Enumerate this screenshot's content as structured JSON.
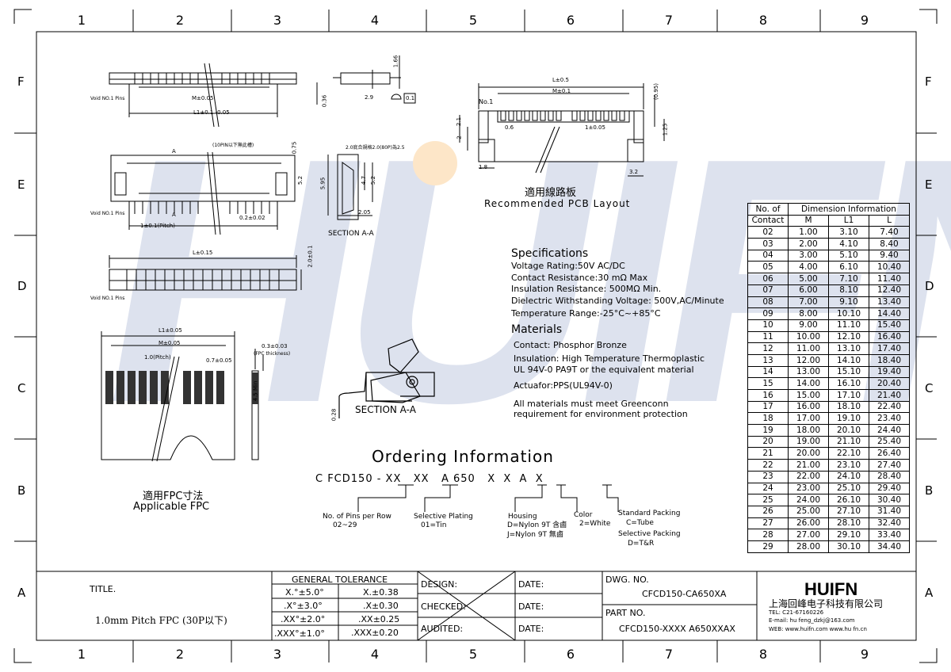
{
  "grid": {
    "columns": [
      "1",
      "2",
      "3",
      "4",
      "5",
      "6",
      "7",
      "8",
      "9"
    ],
    "rows": [
      "F",
      "E",
      "D",
      "C",
      "B",
      "A"
    ]
  },
  "watermark": "HUIFN",
  "drawing": {
    "top_view": {
      "void_label": "Void NO.1 Pins",
      "m": "M±0.05",
      "l1": "L1±0.1\n-0.05",
      "dim_166": "1.66",
      "dim_036": "0.36",
      "dim_29": "2.9",
      "flat": "0.1"
    },
    "mid_view": {
      "note": "(10PIN以下無此槽)",
      "a": "A",
      "void_label": "Void NO.1 Pins",
      "pitch": "1±0.1(Pitch)",
      "pin_w": "0.2±0.02",
      "d075": "0.75",
      "d52": "5.2"
    },
    "section_aa_small": {
      "label": "SECTION A-A",
      "note": "2.0底合規格2.0(80P)為2.5",
      "d595": "5.95",
      "d47": "4.7",
      "d52": "5.2",
      "d205": "2.05"
    },
    "bottom_view": {
      "l": "L±0.15",
      "void_label": "Void NO.1 Pins",
      "h": "2.0±0.1"
    },
    "fpc": {
      "l1": "L1±0.05",
      "m": "M±0.05",
      "pitch": "1.0(Pitch)",
      "w": "0.7±0.05",
      "thick": "0.3±0.03",
      "thick_label": "(FPC thickness)",
      "len": "4.5 Min",
      "title_cn": "適用FPC寸法",
      "title_en": "Applicable FPC"
    },
    "section_aa_big": {
      "label": "SECTION A-A",
      "d028": "0.28"
    },
    "pcb": {
      "l": "L±0.5",
      "m": "M±0.1",
      "no1": "No.1",
      "d095": "(0.95)",
      "d21": "2.1",
      "d2": "2",
      "d06": "0.6",
      "d1": "1±0.05",
      "d125": "1.25",
      "d18": "1.8",
      "d32": "3.2",
      "title_cn": "適用線路板",
      "title_en": "Recommended PCB Layout"
    }
  },
  "specs": {
    "title": "Specifications",
    "lines": [
      "Voltage Rating:50V AC/DC",
      "Contact Resistance:30 mΩ Max",
      "Insulation Resistance: 500MΩ Min.",
      "Dielectric Withstanding Voltage: 500V,AC/Minute",
      "Temperature Range:-25°C~+85°C"
    ],
    "materials_title": "Materials",
    "materials": [
      "Contact: Phosphor Bronze",
      "Insulation: High Temperature Thermoplastic",
      "UL 94V-0 PA9T   or the equivalent material",
      "Actuafor:PPS(UL94V-0)",
      "All materials must meet Greenconn",
      "requirement for environment protection"
    ]
  },
  "ordering": {
    "title": "Ordering Information",
    "code": "C FCD150 - XX   XX   A 650   X  X  A  X",
    "pins": "No. of Pins per Row",
    "pins_range": "02~29",
    "plating": "Selective Plating",
    "plating_val": "01=Tin",
    "housing": "Housing",
    "housing_d": "D=Nylon 9T 含鹵",
    "housing_j": "J=Nylon 9T 無鹵",
    "color": "Color",
    "color_val": "2=White",
    "std_pack": "Standard Packing",
    "std_pack_val": "C=Tube",
    "sel_pack": "Selective Packing",
    "sel_pack_val": "D=T&R"
  },
  "dimension_table": {
    "header_no": "No. of",
    "header_contact": "Contact",
    "header_title": "Dimension Information",
    "cols": [
      "M",
      "L1",
      "L"
    ],
    "rows": [
      [
        "02",
        "1.00",
        "3.10",
        "7.40"
      ],
      [
        "03",
        "2.00",
        "4.10",
        "8.40"
      ],
      [
        "04",
        "3.00",
        "5.10",
        "9.40"
      ],
      [
        "05",
        "4.00",
        "6.10",
        "10.40"
      ],
      [
        "06",
        "5.00",
        "7.10",
        "11.40"
      ],
      [
        "07",
        "6.00",
        "8.10",
        "12.40"
      ],
      [
        "08",
        "7.00",
        "9.10",
        "13.40"
      ],
      [
        "09",
        "8.00",
        "10.10",
        "14.40"
      ],
      [
        "10",
        "9.00",
        "11.10",
        "15.40"
      ],
      [
        "11",
        "10.00",
        "12.10",
        "16.40"
      ],
      [
        "12",
        "11.00",
        "13.10",
        "17.40"
      ],
      [
        "13",
        "12.00",
        "14.10",
        "18.40"
      ],
      [
        "14",
        "13.00",
        "15.10",
        "19.40"
      ],
      [
        "15",
        "14.00",
        "16.10",
        "20.40"
      ],
      [
        "16",
        "15.00",
        "17.10",
        "21.40"
      ],
      [
        "17",
        "16.00",
        "18.10",
        "22.40"
      ],
      [
        "18",
        "17.00",
        "19.10",
        "23.40"
      ],
      [
        "19",
        "18.00",
        "20.10",
        "24.40"
      ],
      [
        "20",
        "19.00",
        "21.10",
        "25.40"
      ],
      [
        "21",
        "20.00",
        "22.10",
        "26.40"
      ],
      [
        "22",
        "21.00",
        "23.10",
        "27.40"
      ],
      [
        "23",
        "22.00",
        "24.10",
        "28.40"
      ],
      [
        "24",
        "23.00",
        "25.10",
        "29.40"
      ],
      [
        "25",
        "24.00",
        "26.10",
        "30.40"
      ],
      [
        "26",
        "25.00",
        "27.10",
        "31.40"
      ],
      [
        "27",
        "26.00",
        "28.10",
        "32.40"
      ],
      [
        "28",
        "27.00",
        "29.10",
        "33.40"
      ],
      [
        "29",
        "28.00",
        "30.10",
        "34.40"
      ]
    ]
  },
  "title_block": {
    "title_label": "TITLE.",
    "title_value": "1.0mm Pitch FPC (30P以下)",
    "tolerance_header": "GENERAL  TOLERANCE",
    "tolerances": [
      [
        "X.°±5.0°",
        "X.±0.38"
      ],
      [
        ".X°±3.0°",
        ".X±0.30"
      ],
      [
        ".XX°±2.0°",
        ".XX±0.25"
      ],
      [
        ".XXX°±1.0°",
        ".XXX±0.20"
      ]
    ],
    "design": "DESIGN:",
    "checked": "CHECKED:",
    "audited": "AUDITED:",
    "date": "DATE:",
    "dwg_label": "DWG. NO.",
    "dwg_value": "CFCD150-CA650XA",
    "part_label": "PART NO.",
    "part_value": "CFCD150-XXXX A650XXAX",
    "company_logo": "HUIFN",
    "company_name": "上海回峰电子科技有限公司",
    "tel": "TEL: C21-67160226",
    "email": "E-mail: hu feng_dzkj@163.com",
    "web": "WEB: www.huifn.com  www.hu fn.cn"
  }
}
